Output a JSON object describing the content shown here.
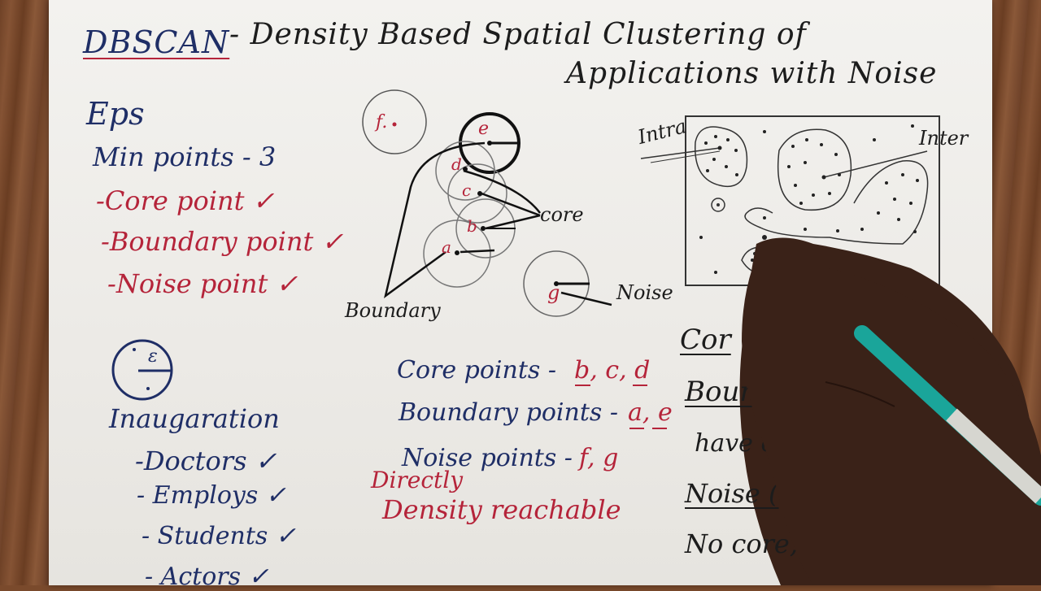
{
  "title": {
    "acronym": "DBSCAN",
    "line1": "- Density Based Spatial Clustering of",
    "line2": "Applications with Noise"
  },
  "params": {
    "eps": "Eps",
    "min_points": "Min points - 3",
    "items": [
      "-Core point ✓",
      "-Boundary point ✓",
      "-Noise point ✓"
    ]
  },
  "diagram": {
    "point_labels": [
      "f.",
      "e",
      "d",
      "c",
      "b",
      "a",
      "g"
    ],
    "core_label": "core",
    "boundary_label": "Boundary",
    "noise_label": "Noise",
    "epsilon_symbol": "ε"
  },
  "example": {
    "heading": "Inaugaration",
    "items": [
      "-Doctors ✓",
      "- Employs ✓",
      "- Students ✓",
      "- Actors ✓"
    ]
  },
  "summary": {
    "core_prefix": "Core points -",
    "core_values": "b, c, d",
    "boundary_prefix": "Boundary points -",
    "boundary_values": "a, e",
    "noise_prefix": "Noise points -",
    "noise_values": "f, g",
    "reach1": "Directly",
    "reach2": "Density reachable"
  },
  "cluster_panel": {
    "intra": "Intra",
    "inter": "Inter"
  },
  "right_notes": [
    "Cor",
    "Boun",
    "have c",
    "Noise (",
    "No core,"
  ],
  "colors": {
    "blue_ink": "#1f2e66",
    "red_ink": "#b5243a",
    "pencil": "#1aa59a"
  }
}
